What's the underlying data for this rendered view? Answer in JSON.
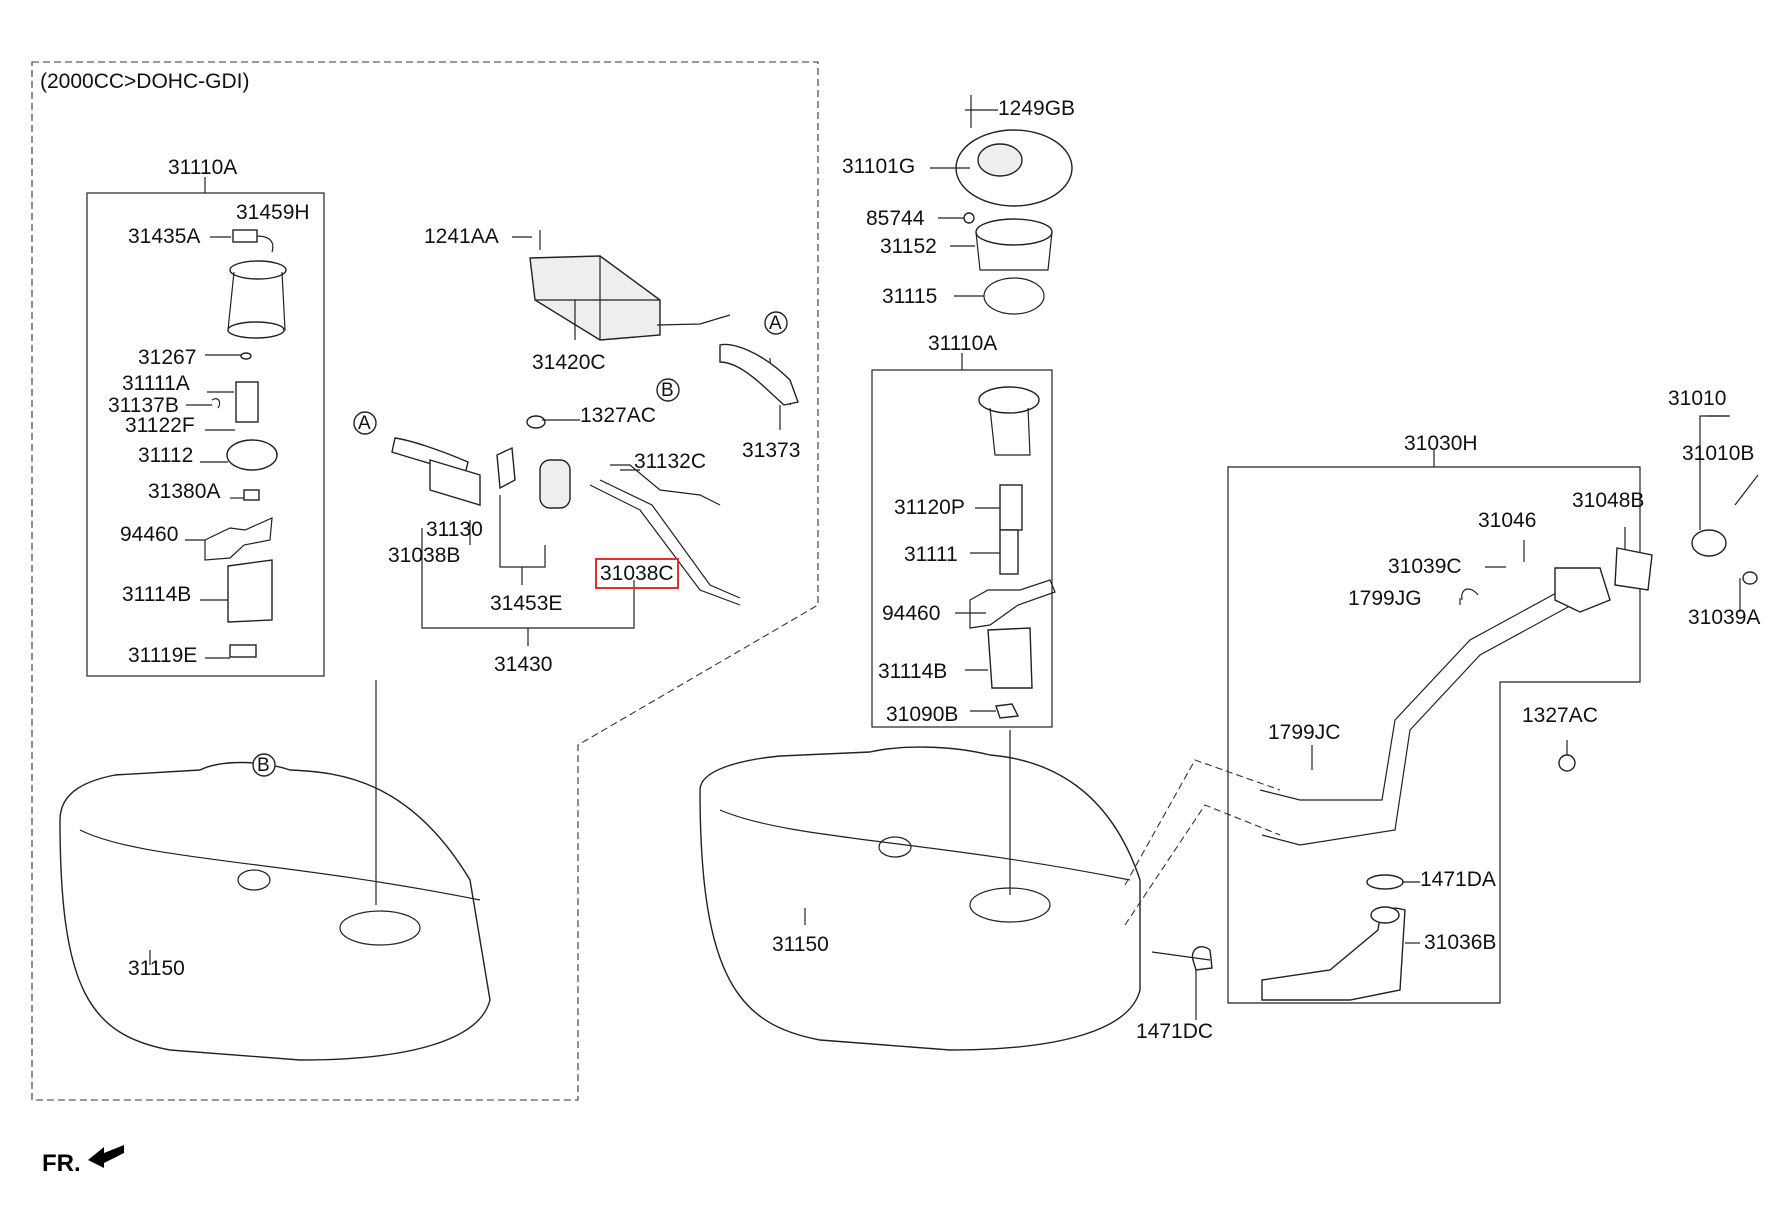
{
  "header": {
    "engine_note": "(2000CC>DOHC-GDI)"
  },
  "orientation": {
    "front_label": "FR."
  },
  "markers": {
    "a": "A",
    "b": "B"
  },
  "highlight_color": "#e03030",
  "labels": {
    "l31110a_left": "31110A",
    "l31459h": "31459H",
    "l31435a": "31435A",
    "l31267": "31267",
    "l31111a": "31111A",
    "l31137b": "31137B",
    "l31122f": "31122F",
    "l31112": "31112",
    "l31380a": "31380A",
    "l94460_left": "94460",
    "l31114b_left": "31114B",
    "l31119e": "31119E",
    "l1241aa": "1241AA",
    "l31420c": "31420C",
    "l31373": "31373",
    "l1327ac_top": "1327AC",
    "l31132c": "31132C",
    "l31130": "31130",
    "l31038b": "31038B",
    "l31038c": "31038C",
    "l31453e": "31453E",
    "l31430": "31430",
    "l31150_left": "31150",
    "l1249gb": "1249GB",
    "l31101g": "31101G",
    "l85744": "85744",
    "l31152": "31152",
    "l31115": "31115",
    "l31110a_right": "31110A",
    "l31120p": "31120P",
    "l31111": "31111",
    "l94460_right": "94460",
    "l31114b_right": "31114B",
    "l31090b": "31090B",
    "l31150_right": "31150",
    "l31010": "31010",
    "l31010b": "31010B",
    "l31030h": "31030H",
    "l31048b": "31048B",
    "l31046": "31046",
    "l31039c": "31039C",
    "l1799jg": "1799JG",
    "l31039a": "31039A",
    "l1327ac_right": "1327AC",
    "l1799jc": "1799JC",
    "l1471da": "1471DA",
    "l31036b": "31036B",
    "l1471dc": "1471DC"
  }
}
